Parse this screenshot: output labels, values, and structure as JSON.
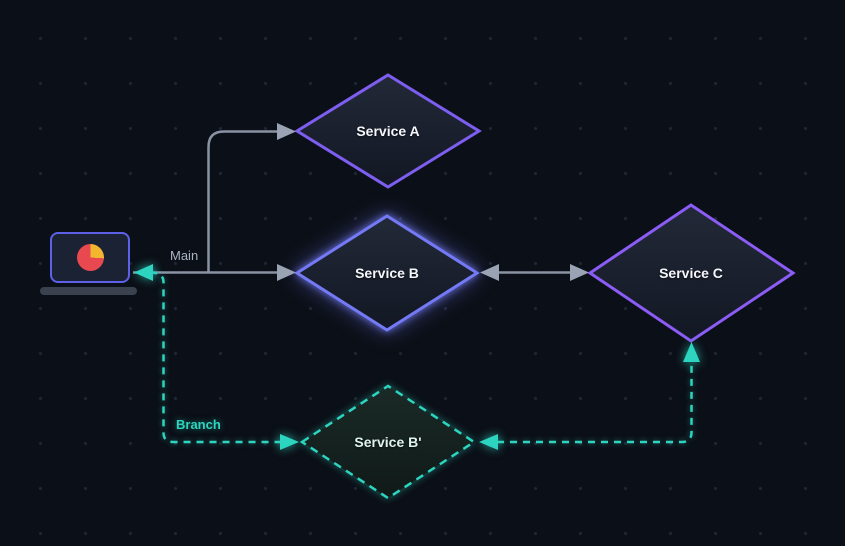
{
  "canvas": {
    "background": "#0b0f17",
    "grid_dot_color": "#202735"
  },
  "nodes": {
    "laptop": {
      "type": "client-device",
      "icon": "laptop-with-pie-chart",
      "border_color": "#5c61e8",
      "pie_slice_color": "#f2b72e",
      "pie_main_color": "#e8484f"
    },
    "service_a": {
      "label": "Service A",
      "border_color": "#7d5ef0"
    },
    "service_b": {
      "label": "Service B",
      "border_color": "#747af5",
      "state": "highlighted"
    },
    "service_c": {
      "label": "Service C",
      "border_color": "#8b5cf6"
    },
    "service_b_prime": {
      "label": "Service B'",
      "border_color": "#2dd4bf",
      "border_style": "dashed"
    }
  },
  "edges": {
    "main": {
      "label": "Main",
      "color": "#8a93a4",
      "style": "solid"
    },
    "branch": {
      "label": "Branch",
      "color": "#2dd4bf",
      "style": "dashed"
    }
  }
}
